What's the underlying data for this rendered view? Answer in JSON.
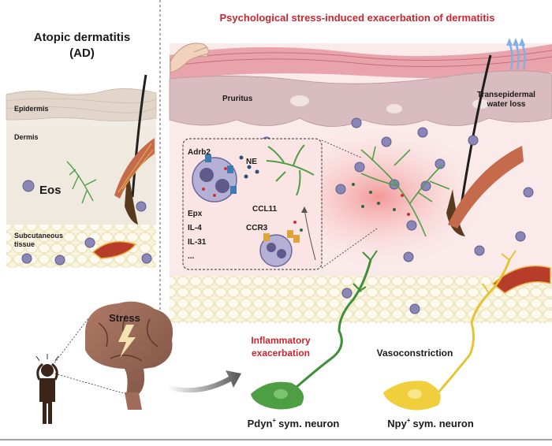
{
  "left_panel": {
    "title_line1": "Atopic dermatitis",
    "title_line2": "(AD)",
    "labels": {
      "epidermis": "Epidermis",
      "dermis": "Dermis",
      "eos": "Eos",
      "subcutaneous_line1": "Subcutaneous",
      "subcutaneous_line2": "tissue"
    }
  },
  "right_panel": {
    "title": "Psychological stress-induced exacerbation of dermatitis",
    "title_color": "#c8262f",
    "labels": {
      "pruritus": "Pruritus",
      "twl_line1": "Transepidermal",
      "twl_line2": "water loss"
    },
    "inset": {
      "adrb2": "Adrb2",
      "ne": "NE",
      "epx": "Epx",
      "il4": "IL-4",
      "il31": "IL-31",
      "ellipsis": "...",
      "ccl11": "CCL11",
      "ccr3": "CCR3"
    }
  },
  "bottom": {
    "stress": "Stress",
    "inflammatory_line1": "Inflammatory",
    "inflammatory_line2": "exacerbation",
    "inflammatory_color": "#c8262f",
    "vasoconstriction": "Vasoconstriction",
    "pdyn_neuron": "Pdyn",
    "pdyn_suffix": "sym. neuron",
    "npy_neuron": "Npy",
    "npy_suffix": "sym. neuron",
    "plus_sup": "+"
  },
  "colors": {
    "green_neuron": "#3f8f3a",
    "yellow_neuron": "#e6c235",
    "eosinophil": "#8a86b8",
    "skin_pink": "#f3c8c8"
  }
}
